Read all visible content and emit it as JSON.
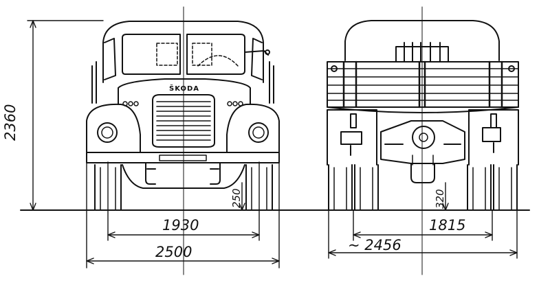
{
  "drawing": {
    "brand_logo": "ŠKODA",
    "dimensions": {
      "overall_height": "2360",
      "front_track": "1930",
      "overall_width": "2500",
      "front_ground_clearance": "250",
      "rear_ground_clearance": "320",
      "rear_track": "1815",
      "rear_overall_width": "~ 2456"
    },
    "line_color": "#111111",
    "background_color": "#ffffff"
  }
}
